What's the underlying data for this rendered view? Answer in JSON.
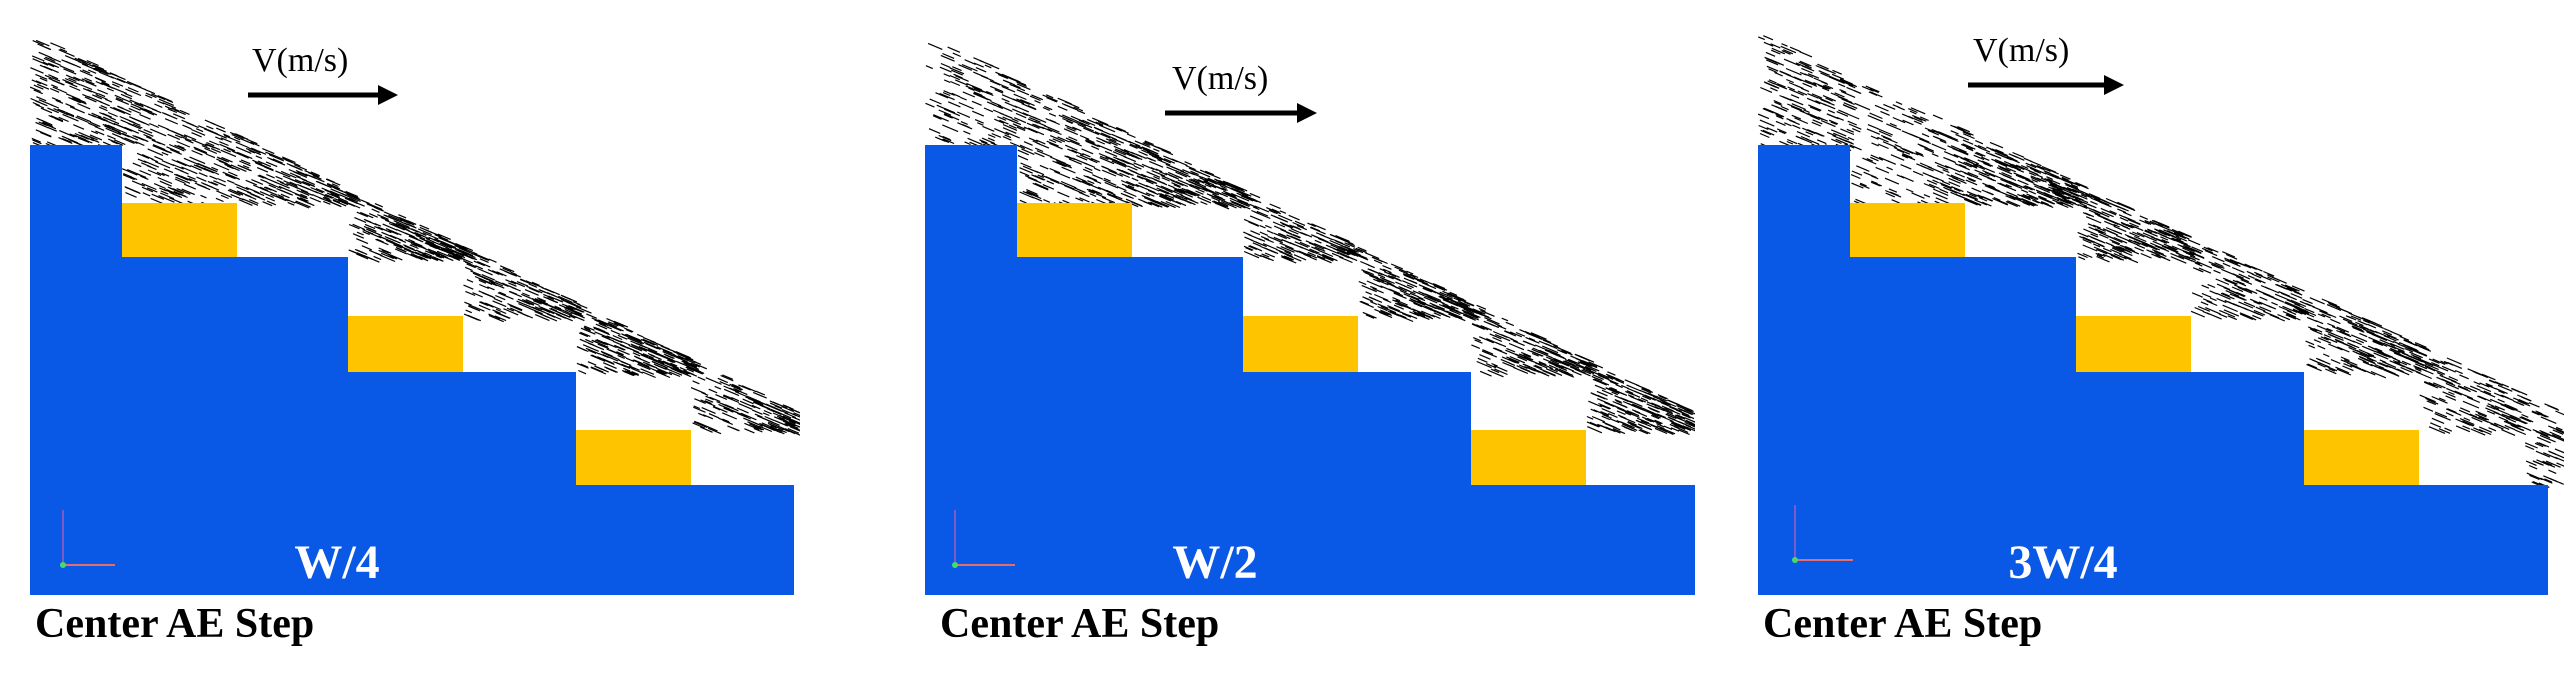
{
  "panels": [
    {
      "velocity_label": "V(m/s)",
      "position_label": "W/4",
      "caption": "Center AE Step"
    },
    {
      "velocity_label": "V(m/s)",
      "position_label": "W/2",
      "caption": "Center AE Step"
    },
    {
      "velocity_label": "V(m/s)",
      "position_label": "3W/4",
      "caption": "Center AE Step"
    }
  ],
  "colors": {
    "stepped_body": "#0a58e6",
    "aerator_block": "#ffc400",
    "flow_vectors": "#000000"
  },
  "icons": [
    "velocity-arrow-icon",
    "axis-triad-icon"
  ]
}
